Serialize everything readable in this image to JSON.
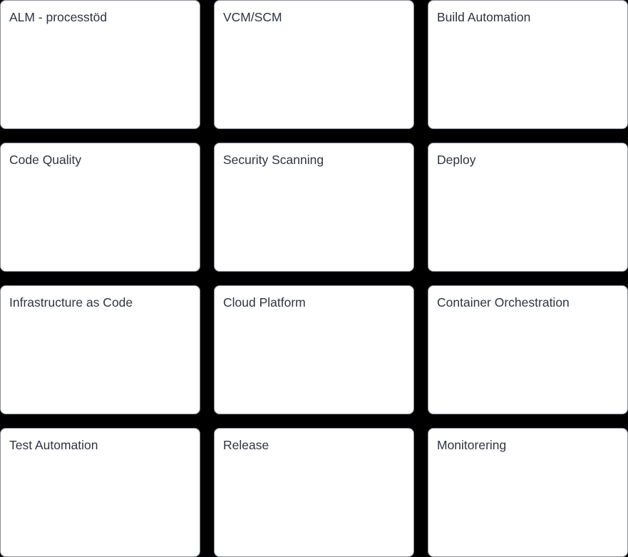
{
  "board": {
    "background_color": "#000000",
    "card_background_color": "#ffffff",
    "card_border_color": "#8b9199",
    "title_text_color": "#2e3440",
    "columns": 3,
    "rows": 4
  },
  "cards": [
    {
      "title": "ALM - processtöd"
    },
    {
      "title": "VCM/SCM"
    },
    {
      "title": "Build Automation"
    },
    {
      "title": "Code Quality"
    },
    {
      "title": "Security Scanning"
    },
    {
      "title": "Deploy"
    },
    {
      "title": "Infrastructure as Code"
    },
    {
      "title": "Cloud Platform"
    },
    {
      "title": "Container Orchestration"
    },
    {
      "title": "Test Automation"
    },
    {
      "title": "Release"
    },
    {
      "title": "Monitorering"
    }
  ]
}
